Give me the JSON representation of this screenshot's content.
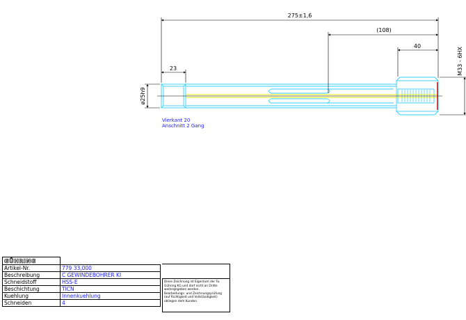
{
  "dimensions": {
    "overall_length": "275±1,6",
    "secondary_length": "(108)",
    "thread_length": "40",
    "square_length": "23",
    "shank_diameter": "ø25h9",
    "thread_spec": "M33 - 6HX"
  },
  "notes": [
    "Vierkant 20",
    "Anschnitt 2 Gang"
  ],
  "title_block": {
    "logo": "GÜHRING",
    "rows": [
      {
        "key": "Artikel-Nr.",
        "value": "779  33,000"
      },
      {
        "key": "Beschreibung",
        "value": "C GEWINDEBOHRER KI"
      },
      {
        "key": "Schneidstoff",
        "value": "HSS-E"
      },
      {
        "key": "Beschichtung",
        "value": "TICN"
      },
      {
        "key": "Kuehlung",
        "value": "Innenkuehlung"
      },
      {
        "key": "Schneiden",
        "value": "4"
      }
    ],
    "notice": [
      "Diese Zeichnung ist Eigentum der Fa.",
      "Gühring KG und darf nicht an Dritte",
      "weitergegeben werden.",
      "Bearbeitungs- und Zeichnungsprüfung",
      "(auf Richtigkeit und Vollständigkeit)",
      "obliegen dem Kunden."
    ]
  },
  "colors": {
    "outline": "#33ccff",
    "coolant": "#e8e800",
    "dimension": "#000000",
    "note": "#1a1aff",
    "thread_end": "#cc0000"
  }
}
